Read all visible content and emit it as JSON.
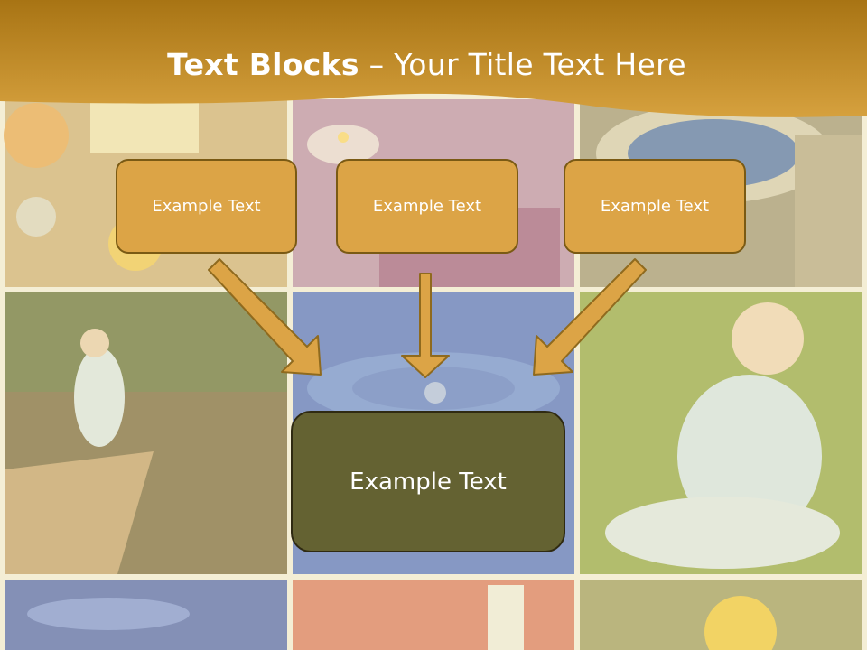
{
  "title": {
    "bold": "Text Blocks",
    "dash": "–",
    "rest": "Your Title Text Here"
  },
  "blocks": [
    {
      "label": "Example Text"
    },
    {
      "label": "Example Text"
    },
    {
      "label": "Example Text"
    }
  ],
  "target": {
    "label": "Example Text"
  },
  "colors": {
    "header_gold": "#c08a22",
    "block_fill": "#dca446",
    "target_fill": "#646232",
    "arrow_fill": "#dca446"
  }
}
